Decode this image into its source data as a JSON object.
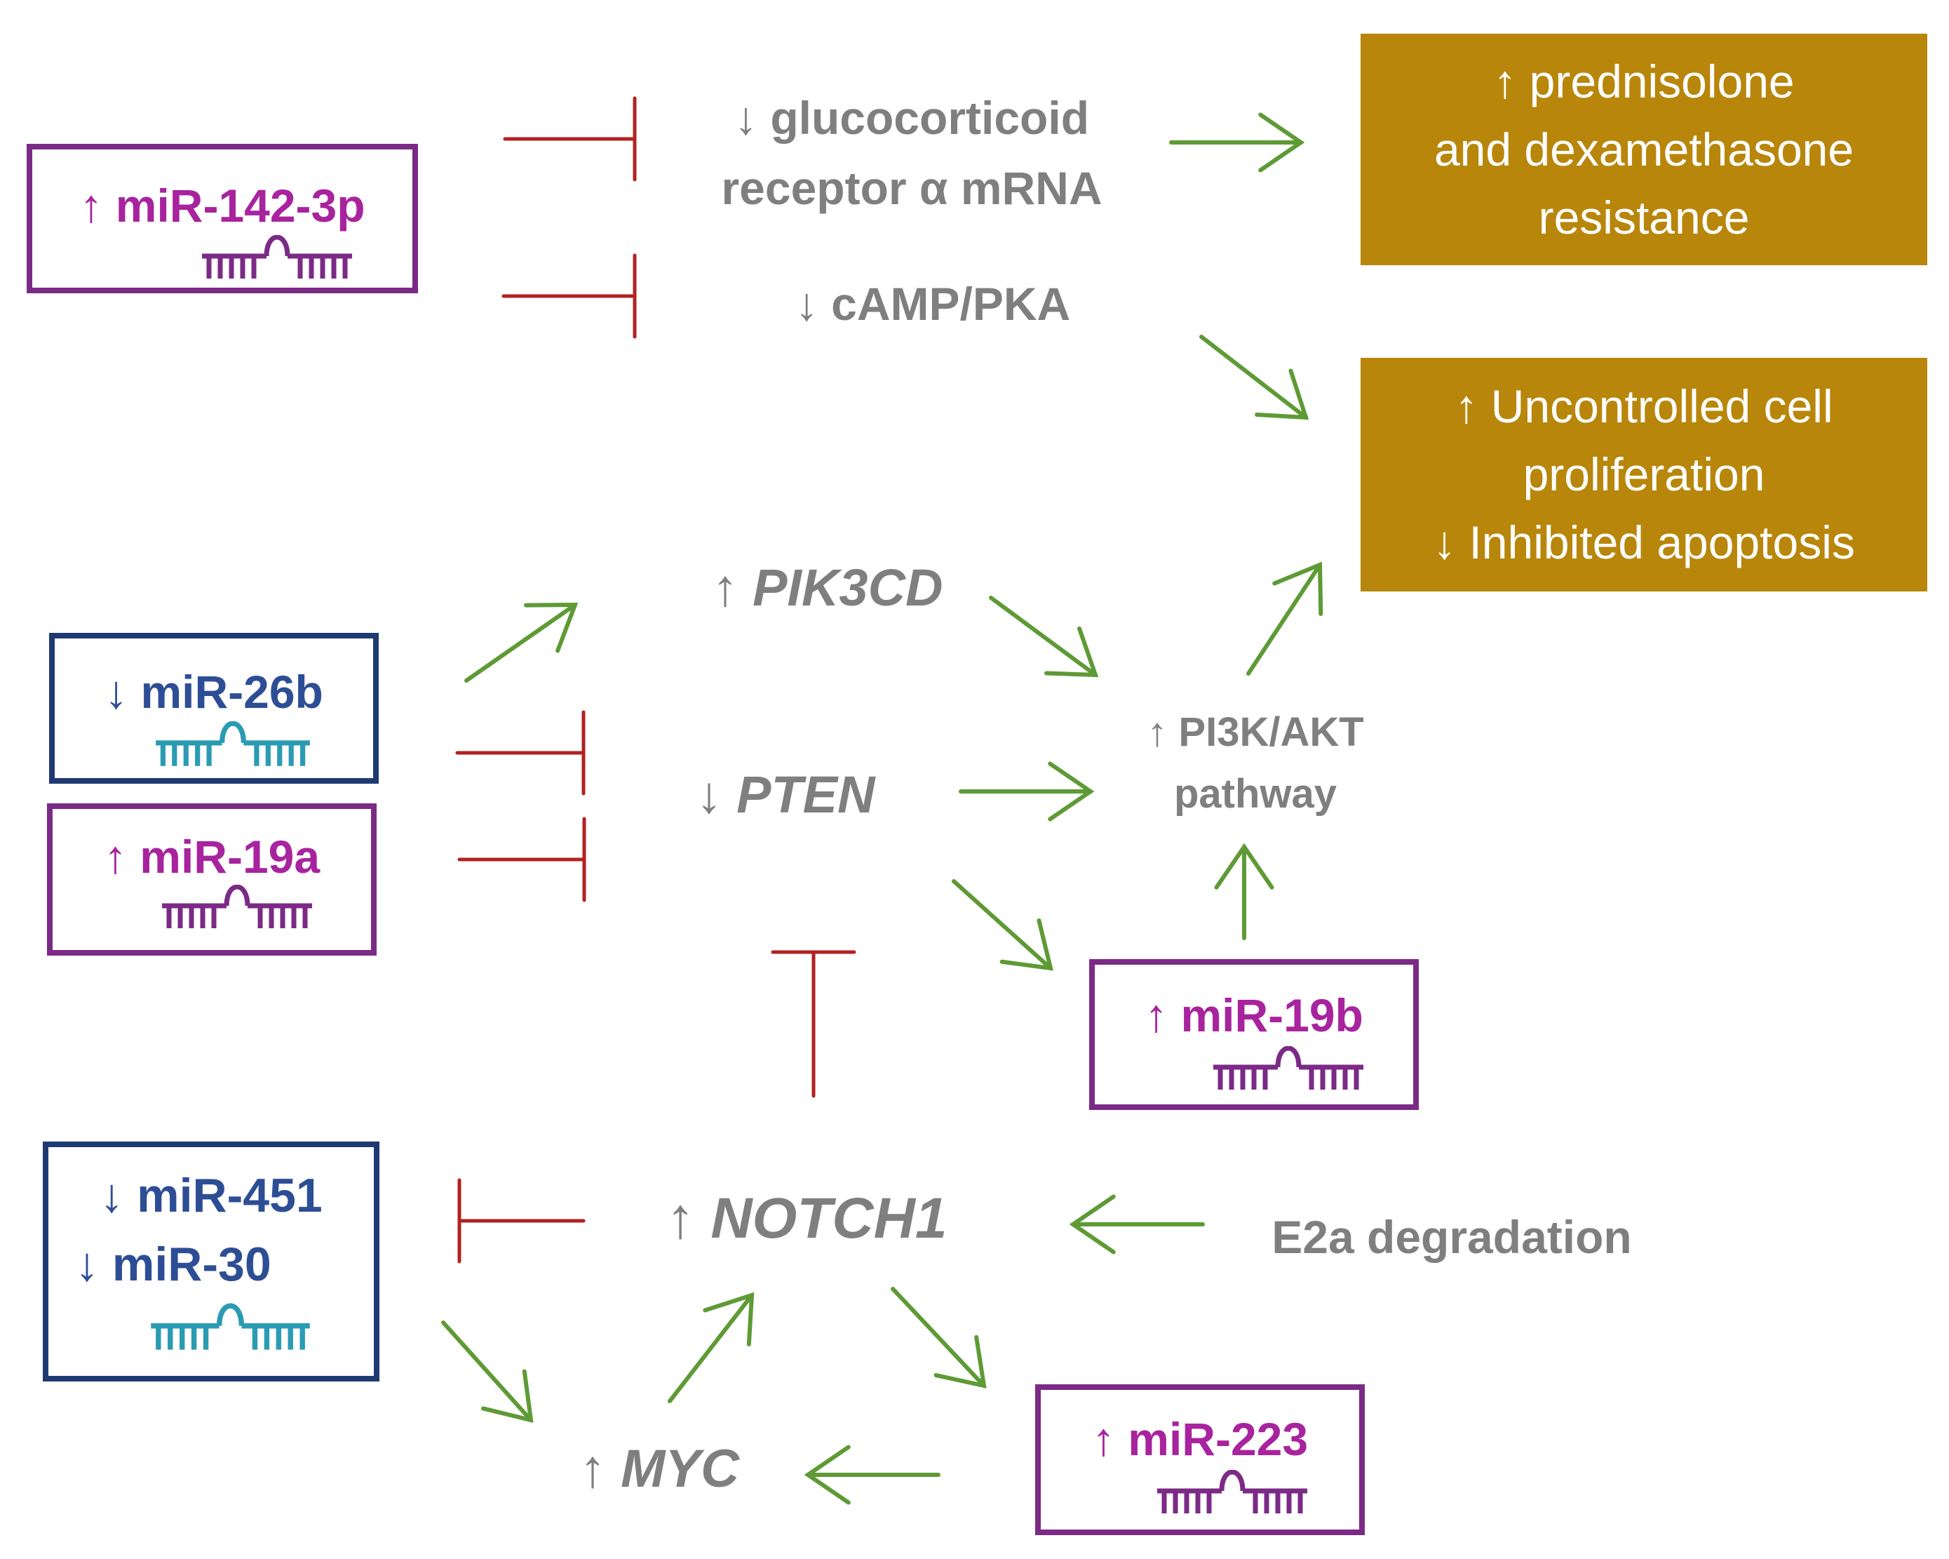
{
  "colors": {
    "activate": "#5E9A35",
    "inhibit": "#B22222",
    "up_mirna": "#A8239E",
    "up_border": "#7B2A86",
    "down_mirna": "#2D4E95",
    "down_border": "#1F3A73",
    "hairpin_up": "#7B2A86",
    "hairpin_down": "#2B9BB3",
    "node_text": "#7F7F7F",
    "outcome_bg": "#B8860B"
  },
  "mirnas": {
    "mir142": {
      "label": "↑ miR-142-3p",
      "direction": "up"
    },
    "mir26b": {
      "label": "↓ miR-26b",
      "direction": "down"
    },
    "mir19a": {
      "label": "↑ miR-19a",
      "direction": "up"
    },
    "mir451": {
      "label": "↓ miR-451",
      "direction": "down"
    },
    "mir30": {
      "label": "↓ miR-30",
      "direction": "down"
    },
    "mir19b": {
      "label": "↑ miR-19b",
      "direction": "up"
    },
    "mir223": {
      "label": "↑ miR-223",
      "direction": "up"
    }
  },
  "nodes": {
    "gr_line1": "↓ glucocorticoid",
    "gr_line2": "receptor α mRNA",
    "camp": "↓ cAMP/PKA",
    "pik3cd": "↑ PIK3CD",
    "pten": "↓ PTEN",
    "pi3k_line1": "↑ PI3K/AKT",
    "pi3k_line2": "pathway",
    "notch1": "↑ NOTCH1",
    "myc": "↑ MYC",
    "e2a": "E2a degradation"
  },
  "outcomes": {
    "resistance": [
      "↑ prednisolone",
      "and dexamethasone",
      "resistance"
    ],
    "proliferation": [
      "↑ Uncontrolled cell",
      "proliferation",
      "↓ Inhibited apoptosis"
    ]
  },
  "edges": [
    {
      "type": "inhibit",
      "from": "mir142",
      "to": "gr_mrna"
    },
    {
      "type": "inhibit",
      "from": "mir142",
      "to": "camp"
    },
    {
      "type": "activate",
      "from": "gr_mrna",
      "to": "resistance"
    },
    {
      "type": "activate",
      "from": "camp",
      "to": "proliferation"
    },
    {
      "type": "activate",
      "from": "mir26b",
      "to": "pik3cd"
    },
    {
      "type": "inhibit",
      "from": "mir26b",
      "to": "pten"
    },
    {
      "type": "inhibit",
      "from": "mir19a",
      "to": "pten"
    },
    {
      "type": "activate",
      "from": "pik3cd",
      "to": "pi3k_akt"
    },
    {
      "type": "activate",
      "from": "pten",
      "to": "pi3k_akt"
    },
    {
      "type": "activate",
      "from": "pi3k_akt",
      "to": "proliferation"
    },
    {
      "type": "activate",
      "from": "pten",
      "to": "mir19b"
    },
    {
      "type": "activate",
      "from": "mir19b",
      "to": "pi3k_akt"
    },
    {
      "type": "inhibit",
      "from": "notch1",
      "to": "pten"
    },
    {
      "type": "inhibit",
      "from": "notch1",
      "to": "mir451_mir30"
    },
    {
      "type": "activate",
      "from": "e2a",
      "to": "notch1"
    },
    {
      "type": "activate",
      "from": "mir451_mir30",
      "to": "myc"
    },
    {
      "type": "activate",
      "from": "myc",
      "to": "notch1"
    },
    {
      "type": "activate",
      "from": "notch1",
      "to": "mir223"
    },
    {
      "type": "activate",
      "from": "mir223",
      "to": "myc"
    }
  ]
}
